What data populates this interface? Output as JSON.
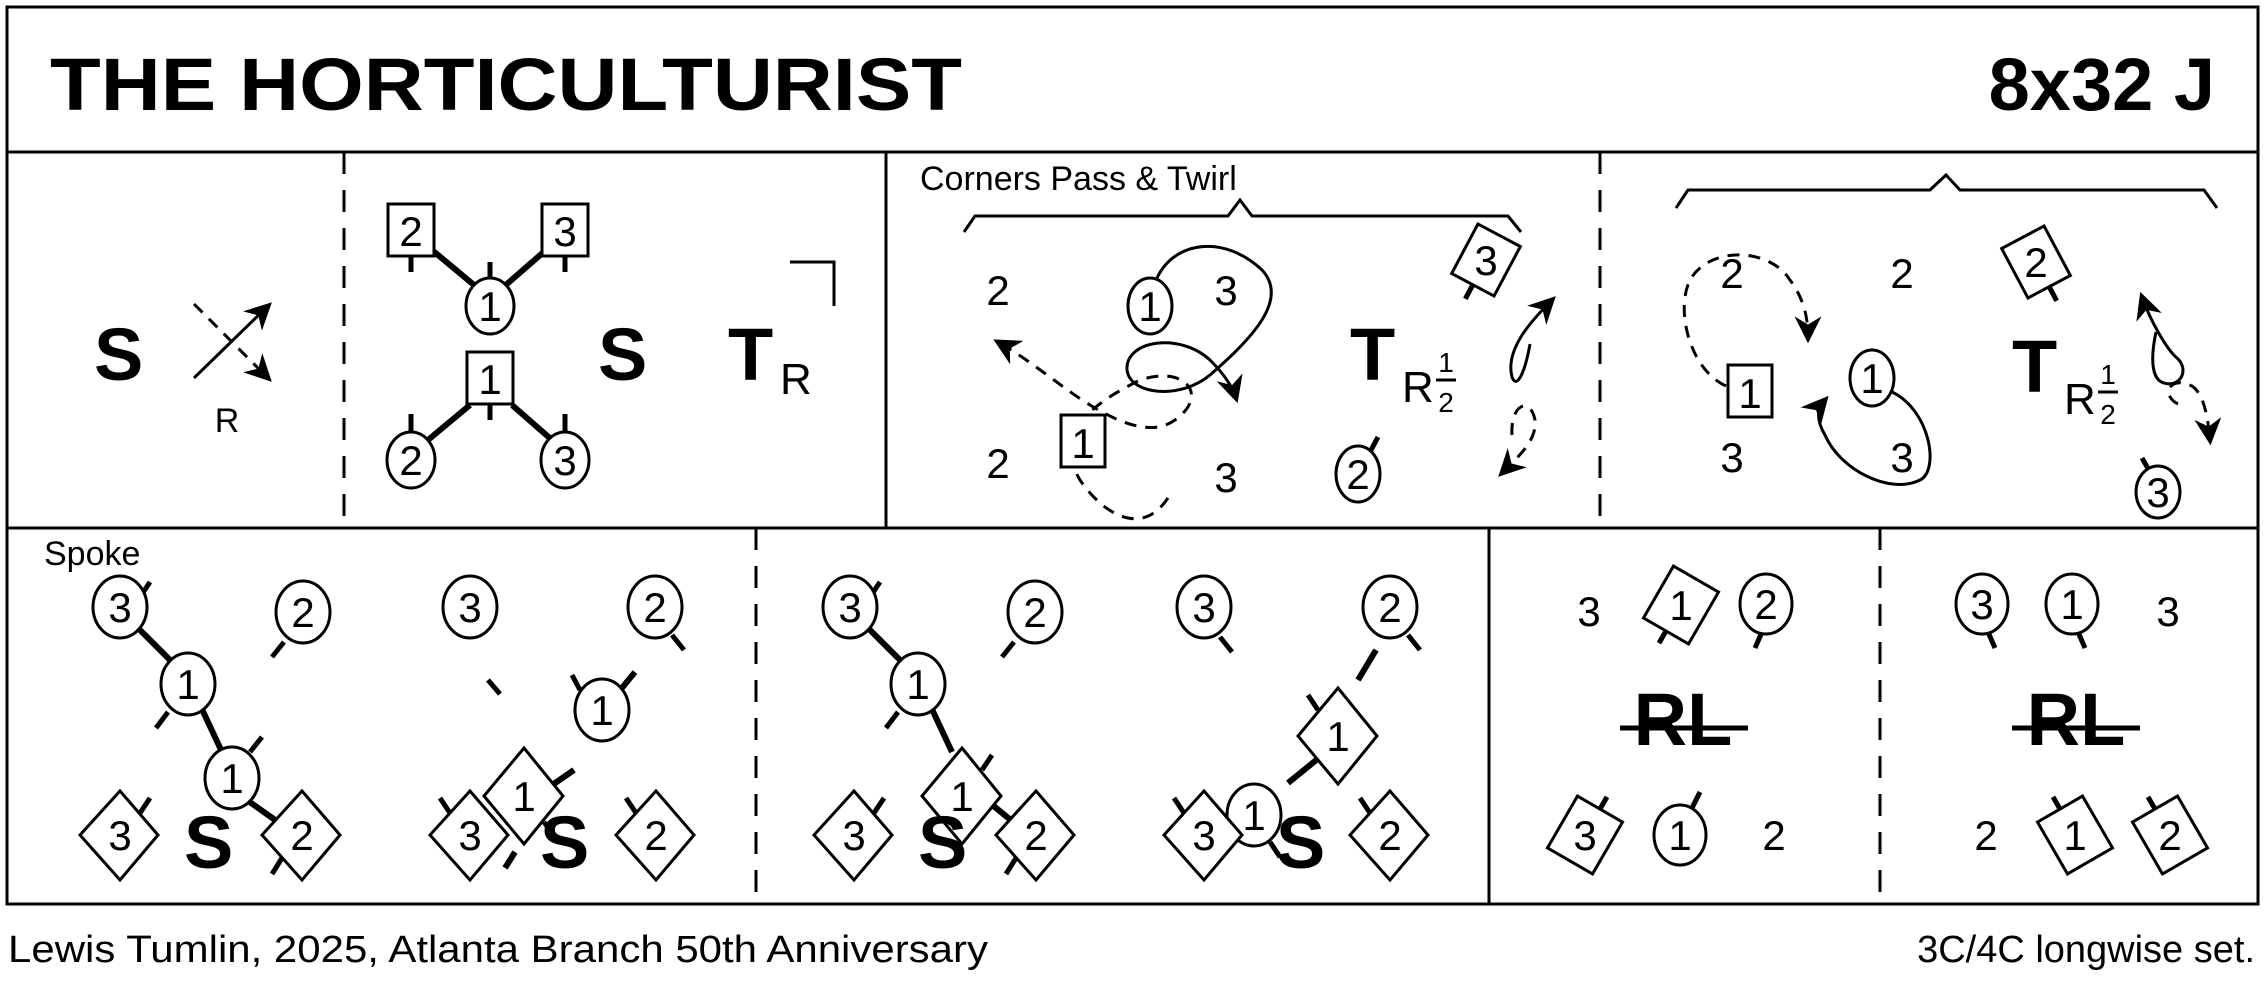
{
  "header": {
    "title": "THE HORTICULTURIST",
    "formation": "8x32 J"
  },
  "footer": {
    "credit": "Lewis Tumlin, 2025, Atlanta Branch 50th Anniversary",
    "set": "3C/4C longwise set."
  },
  "row1": {
    "panel_a": {
      "figure": "S",
      "direction": "R",
      "icon": "cross-arrows-icon"
    },
    "panel_b": {
      "dancers": [
        "2",
        "3",
        "1",
        "1",
        "2",
        "3"
      ],
      "figure": "S",
      "turn": "T",
      "turn_sub": "R"
    },
    "panel_c": {
      "label": "Corners Pass & Twirl",
      "dancers": [
        "2",
        "1",
        "3",
        "2",
        "1",
        "3",
        "3",
        "2"
      ],
      "turn": "T",
      "turn_sub": "R",
      "fraction_num": "1",
      "fraction_den": "2"
    },
    "panel_d": {
      "dancers": [
        "2",
        "2",
        "2",
        "1",
        "1",
        "3",
        "3",
        "3"
      ],
      "turn": "T",
      "turn_sub": "R",
      "fraction_num": "1",
      "fraction_den": "2"
    }
  },
  "row2": {
    "panel_e": {
      "label": "Spoke",
      "left": {
        "dancers": [
          "3",
          "2",
          "1",
          "1",
          "3",
          "2"
        ],
        "figure": "S"
      },
      "right": {
        "dancers": [
          "3",
          "2",
          "1",
          "1",
          "3",
          "2"
        ],
        "figure": "S"
      }
    },
    "panel_f": {
      "left": {
        "dancers": [
          "3",
          "2",
          "1",
          "1",
          "3",
          "2"
        ],
        "figure": "S"
      },
      "right": {
        "dancers": [
          "3",
          "2",
          "1",
          "1",
          "3",
          "2"
        ],
        "figure": "S"
      }
    },
    "panel_g": {
      "top": [
        "3",
        "1",
        "2"
      ],
      "figure": "RL",
      "bottom": [
        "3",
        "1",
        "2"
      ]
    },
    "panel_h": {
      "top": [
        "3",
        "1",
        "3"
      ],
      "figure": "RL",
      "bottom": [
        "2",
        "1",
        "2"
      ]
    }
  }
}
